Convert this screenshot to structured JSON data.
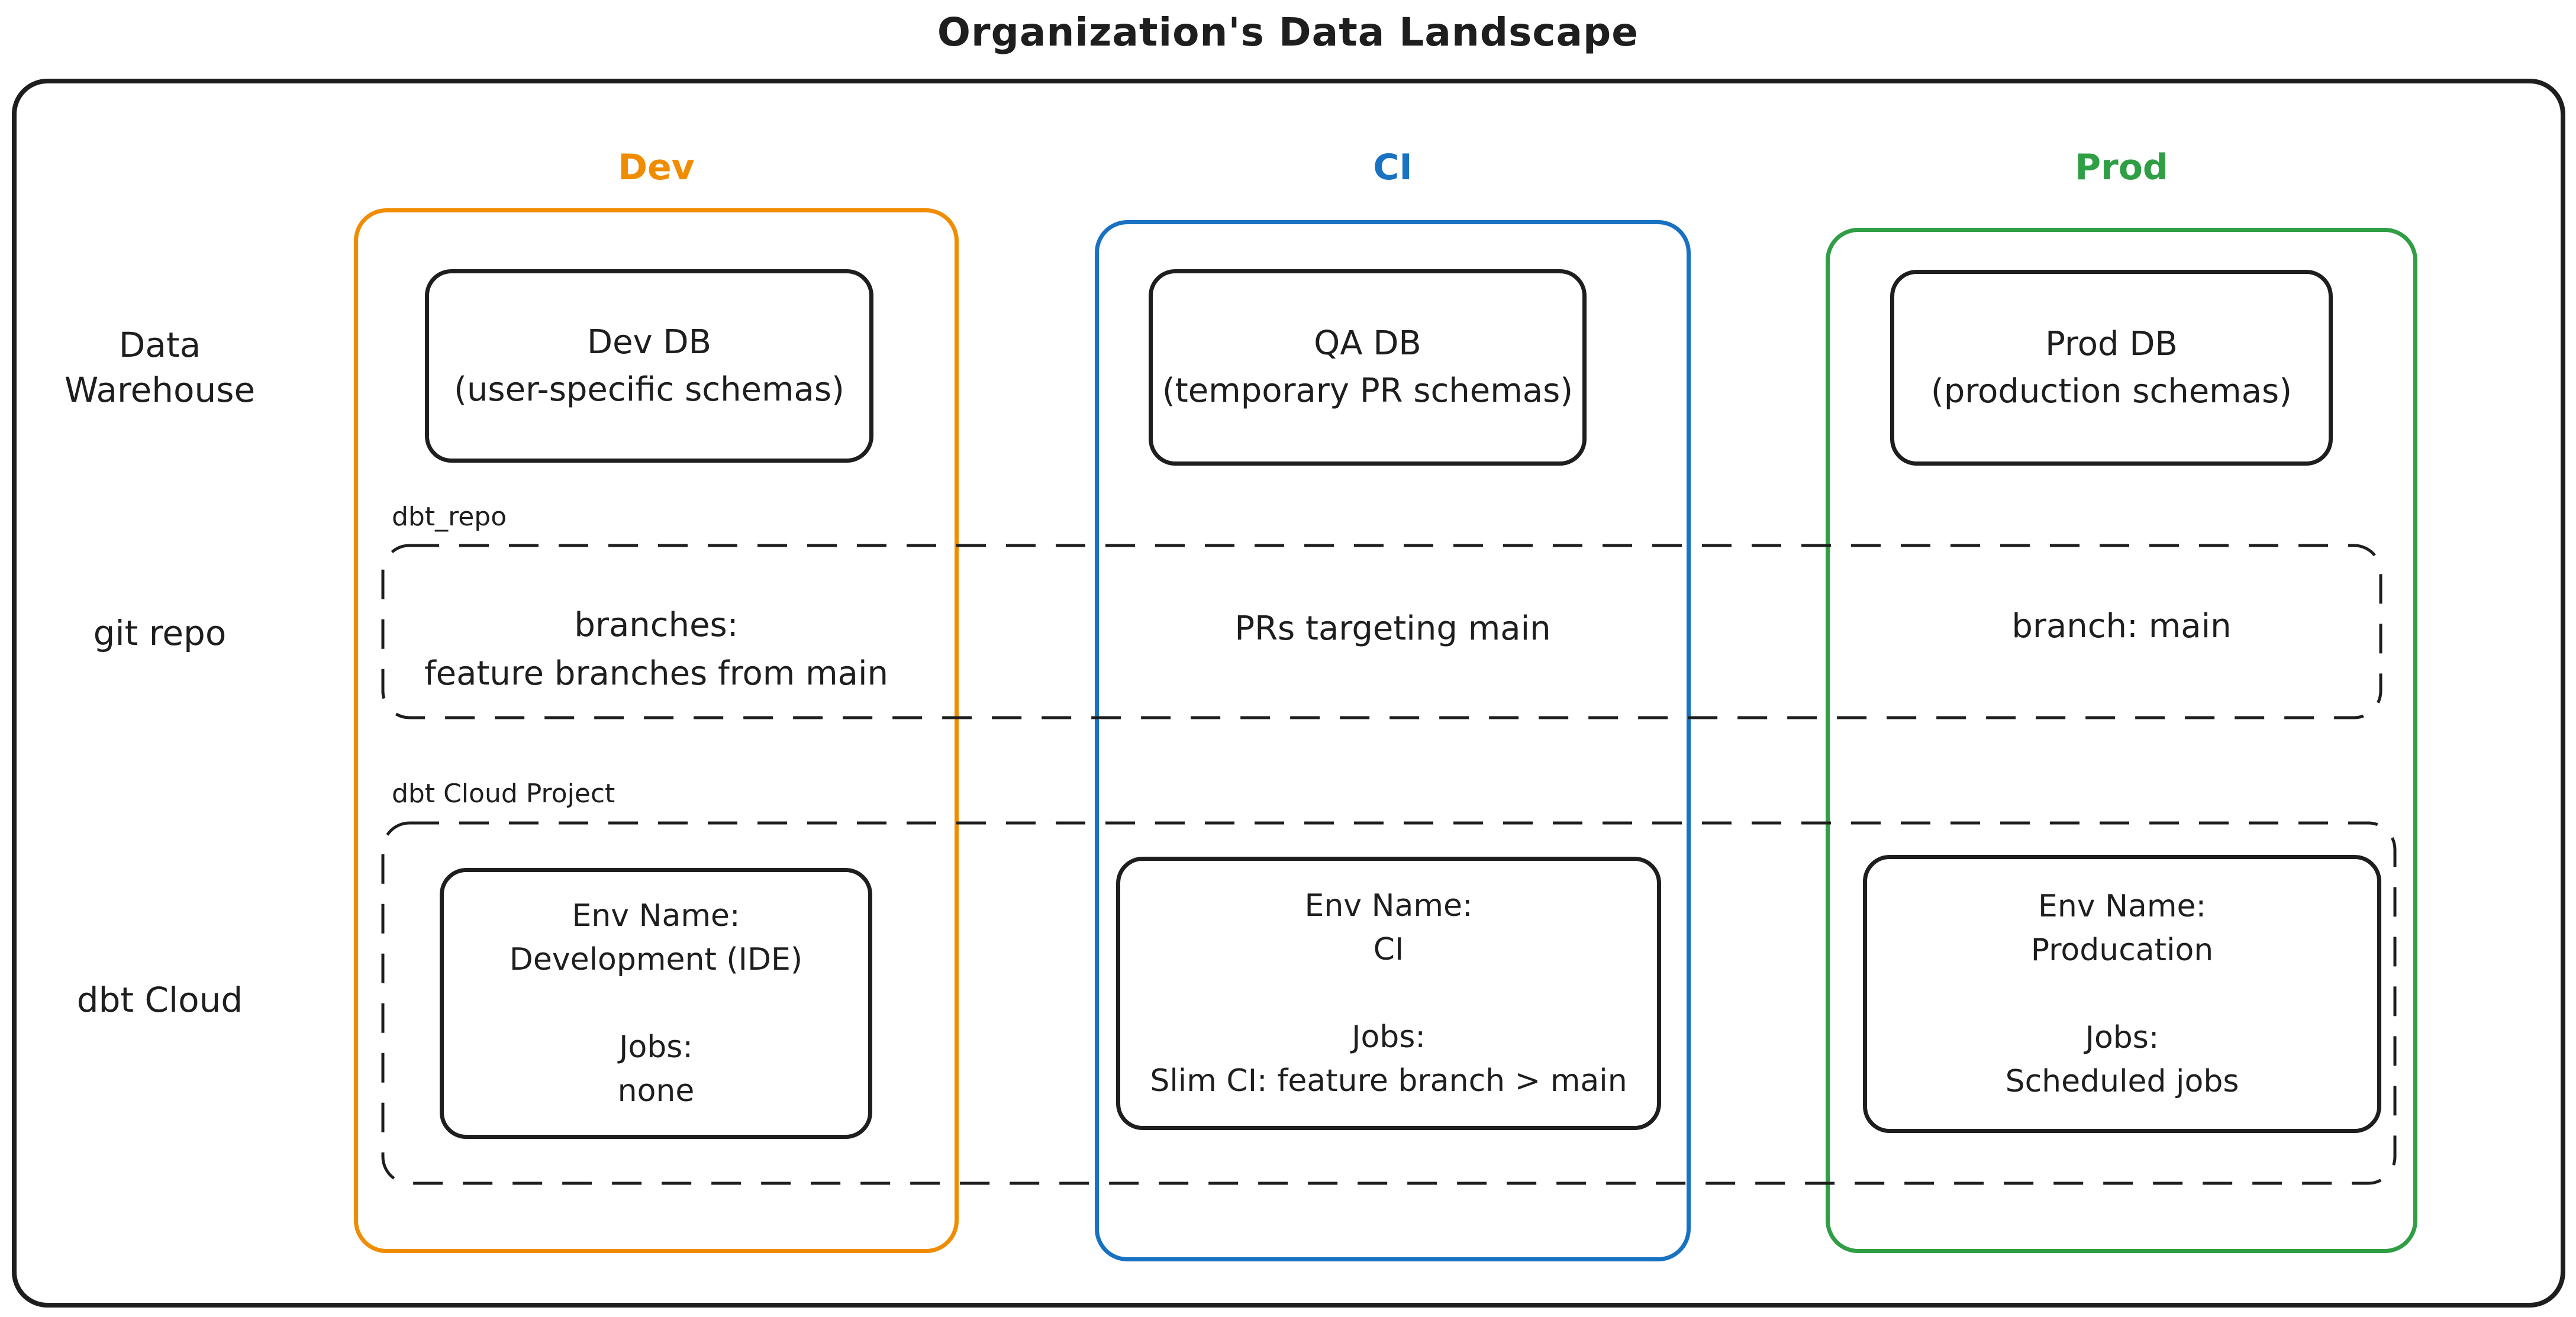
{
  "title": "Organization's Data Landscape",
  "colors": {
    "dev_accent": "#f08c00",
    "ci_accent": "#1971c2",
    "prod_accent": "#2f9e44",
    "ink": "#1e1e1e"
  },
  "column_headers": {
    "dev": "Dev",
    "ci": "CI",
    "prod": "Prod"
  },
  "row_labels": {
    "warehouse_line1": "Data",
    "warehouse_line2": "Warehouse",
    "git": "git repo",
    "dbt": "dbt Cloud"
  },
  "warehouse": {
    "dev_title": "Dev DB",
    "dev_subtitle": "(user-specific schemas)",
    "ci_title": "QA DB",
    "ci_subtitle": "(temporary PR schemas)",
    "prod_title": "Prod DB",
    "prod_subtitle": "(production schemas)"
  },
  "git_repo": {
    "label": "dbt_repo",
    "dev_line1": "branches:",
    "dev_line2": "feature branches from main",
    "ci_text": "PRs targeting main",
    "prod_text": "branch: main"
  },
  "dbt_cloud": {
    "label": "dbt Cloud Project",
    "dev": {
      "env_label": "Env Name:",
      "env_name": "Development (IDE)",
      "jobs_label": "Jobs:",
      "jobs_value": "none"
    },
    "ci": {
      "env_label": "Env Name:",
      "env_name": "CI",
      "jobs_label": "Jobs:",
      "jobs_value": "Slim CI: feature branch > main"
    },
    "prod": {
      "env_label": "Env Name:",
      "env_name": "Producation",
      "jobs_label": "Jobs:",
      "jobs_value": "Scheduled jobs"
    }
  }
}
